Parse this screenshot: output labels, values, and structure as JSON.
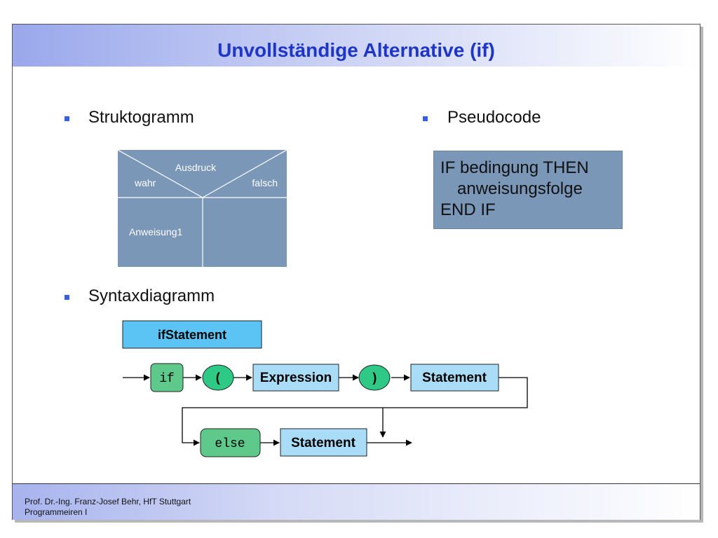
{
  "title": "Unvollständige Alternative (if)",
  "bullets": {
    "struktogramm": "Struktogramm",
    "pseudocode": "Pseudocode",
    "syntaxdiagramm": "Syntaxdiagramm"
  },
  "struktogramm": {
    "condition": "Ausdruck",
    "true_label": "wahr",
    "false_label": "falsch",
    "true_block": "Anweisung1",
    "false_block": ""
  },
  "pseudocode": {
    "lines": [
      "IF bedingung THEN",
      "anweisungsfolge",
      "END IF"
    ]
  },
  "syntaxdiagram": {
    "name": "ifStatement",
    "nodes": {
      "if": "if",
      "lparen": "(",
      "expression": "Expression",
      "rparen": ")",
      "statement": "Statement",
      "else": "else",
      "else_statement": "Statement"
    }
  },
  "footer": {
    "line1": "Prof. Dr.-Ing. Franz-Josef Behr, HfT Stuttgart",
    "line2": "Programmeiren I"
  },
  "colors": {
    "title": "#1d36c8",
    "bullet": "#3560e6",
    "struktogramm_fill": "#7a97b8",
    "terminal_fill": "#5fc98c",
    "nonterminal_fill": "#a9dcf6",
    "header_fill": "#5cc4f4"
  }
}
